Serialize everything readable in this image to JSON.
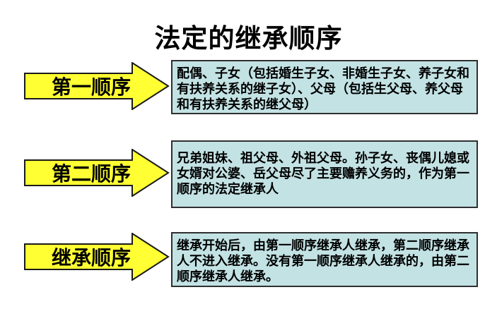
{
  "title": "法定的继承顺序",
  "colors": {
    "background": "#ffffff",
    "arrow_fill": "#ffff33",
    "arrow_stroke": "#1a1a1a",
    "box_bg": "#c3e2e4",
    "box_border": "#2f2f2f",
    "text_color": "#000000"
  },
  "rows": [
    {
      "arrow_label": "第一顺序",
      "box_text": "配偶、子女（包括婚生子女、非婚生子女、养子女和有扶养关系的继子女）、父母（包括生父母、养父母和有扶养关系的继父母）"
    },
    {
      "arrow_label": "第二顺序",
      "box_text": "兄弟姐妹、祖父母、外祖父母。孙子女、丧偶儿媳或女婿对公婆、岳父母尽了主要赡养义务的，作为第一顺序的法定继承人"
    },
    {
      "arrow_label": "继承顺序",
      "box_text": "继承开始后，由第一顺序继承人继承，第二顺序继承人不进入继承。没有第一顺序继承人继承的，由第二顺序继承人继承。"
    }
  ]
}
